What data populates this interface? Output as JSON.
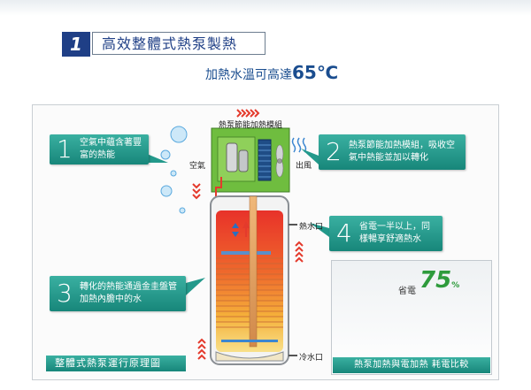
{
  "header": {
    "number": "1",
    "title": "高效整體式熱泵製熱"
  },
  "subtitle": {
    "prefix": "加熱水溫可高達",
    "value": "65℃"
  },
  "diagram": {
    "module_label": "熱泵節能加熱模組",
    "air_in_label": "空氣",
    "air_out_label": "出風",
    "hot_water_outlet": "熱水口",
    "cold_water_inlet": "冷水口",
    "callouts": [
      {
        "number": "1",
        "text": "空氣中蘊含著豐富的熱能"
      },
      {
        "number": "2",
        "text": "熱泵節能加熱模組，吸收空氣中熱能並加以轉化"
      },
      {
        "number": "3",
        "text": "轉化的熱能通過金圭盤管加熱內膽中的水"
      },
      {
        "number": "4",
        "text": "省電一半以上，同樣暢享舒適熱水"
      }
    ],
    "caption": "整體式熱泵運行原理圖"
  },
  "comparison": {
    "save_label": "省電",
    "save_value": "75",
    "percent_sign": "%",
    "title": "熱泵加熱與電加熱 耗電比較"
  },
  "colors": {
    "accent_blue": "#1f3f86",
    "callout_teal": "#23998b",
    "module_green": "#6fbd3f",
    "tank_hot": "#e8322a",
    "tank_warm": "#f5d23a",
    "arrow_red": "#e43a2c",
    "save_green": "#2e9b3c"
  }
}
